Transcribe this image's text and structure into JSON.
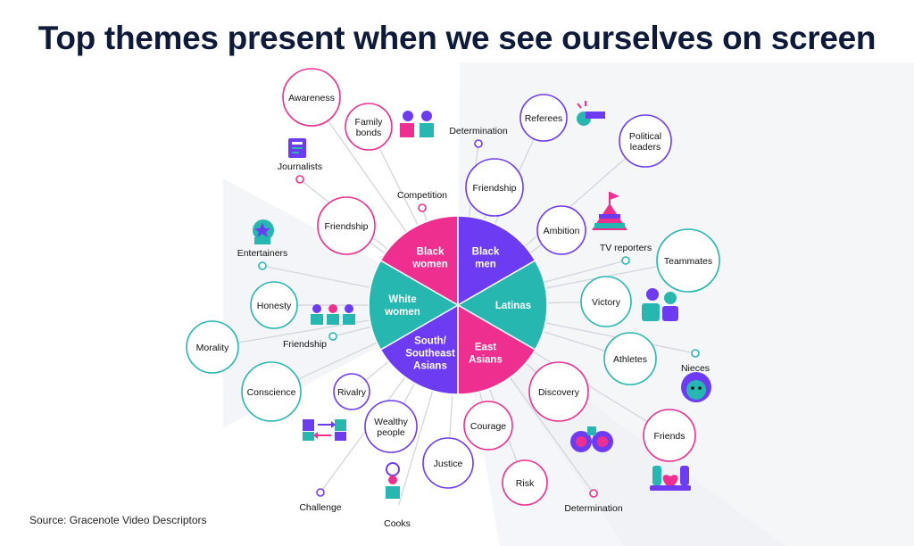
{
  "title": "Top themes present when we see ourselves on screen",
  "source": "Source: Gracenote Video Descriptors",
  "colors": {
    "magenta": "#ef2f8f",
    "purple": "#6d3cf2",
    "teal": "#27b7b1",
    "line": "#cfd3db",
    "shade": "#eceef3",
    "text": "#111111"
  },
  "groups": [
    {
      "id": "bw",
      "label": [
        "Black",
        "women"
      ],
      "color": "magenta"
    },
    {
      "id": "bm",
      "label": [
        "Black",
        "men"
      ],
      "color": "purple"
    },
    {
      "id": "la",
      "label": [
        "Latinas"
      ],
      "color": "teal"
    },
    {
      "id": "ea",
      "label": [
        "East",
        "Asians"
      ],
      "color": "magenta"
    },
    {
      "id": "ssa",
      "label": [
        "South/",
        "Southeast",
        "Asians"
      ],
      "color": "purple"
    },
    {
      "id": "ww",
      "label": [
        "White",
        "women"
      ],
      "color": "teal"
    }
  ],
  "themes": [
    {
      "text": [
        "Awareness"
      ],
      "color": "magenta",
      "kind": "bubble",
      "icon": ""
    },
    {
      "text": [
        "Family",
        "bonds"
      ],
      "color": "magenta",
      "kind": "bubble",
      "icon": "family-icon"
    },
    {
      "text": [
        "Competition"
      ],
      "color": "magenta",
      "kind": "dot",
      "icon": ""
    },
    {
      "text": [
        "Friendship"
      ],
      "color": "magenta",
      "kind": "bubble",
      "icon": ""
    },
    {
      "text": [
        "Journalists"
      ],
      "color": "magenta",
      "kind": "dot",
      "icon": "newspaper-icon"
    },
    {
      "text": [
        "Entertainers"
      ],
      "color": "teal",
      "kind": "dot",
      "icon": "entertainer-icon"
    },
    {
      "text": [
        "Honesty"
      ],
      "color": "teal",
      "kind": "bubble",
      "icon": ""
    },
    {
      "text": [
        "Friendship"
      ],
      "color": "teal",
      "kind": "dot",
      "icon": "group-icon"
    },
    {
      "text": [
        "Morality"
      ],
      "color": "teal",
      "kind": "bubble",
      "icon": ""
    },
    {
      "text": [
        "Conscience"
      ],
      "color": "teal",
      "kind": "bubble",
      "icon": ""
    },
    {
      "text": [
        "Rivalry"
      ],
      "color": "purple",
      "kind": "bubble",
      "icon": "exchange-icon"
    },
    {
      "text": [
        "Wealthy",
        "people"
      ],
      "color": "purple",
      "kind": "bubble",
      "icon": ""
    },
    {
      "text": [
        "Justice"
      ],
      "color": "purple",
      "kind": "bubble",
      "icon": ""
    },
    {
      "text": [
        "Challenge"
      ],
      "color": "purple",
      "kind": "dot",
      "icon": ""
    },
    {
      "text": [
        "Cooks"
      ],
      "color": "purple",
      "kind": "dot",
      "icon": "chef-icon"
    },
    {
      "text": [
        "Determination"
      ],
      "color": "purple",
      "kind": "dot",
      "icon": ""
    },
    {
      "text": [
        "Referees"
      ],
      "color": "purple",
      "kind": "bubble",
      "icon": "whistle-icon"
    },
    {
      "text": [
        "Political",
        "leaders"
      ],
      "color": "purple",
      "kind": "bubble",
      "icon": ""
    },
    {
      "text": [
        "Friendship"
      ],
      "color": "purple",
      "kind": "bubble",
      "icon": ""
    },
    {
      "text": [
        "Ambition"
      ],
      "color": "purple",
      "kind": "bubble",
      "icon": "podium-icon"
    },
    {
      "text": [
        "TV reporters"
      ],
      "color": "teal",
      "kind": "dot",
      "icon": ""
    },
    {
      "text": [
        "Teammates"
      ],
      "color": "teal",
      "kind": "bubble",
      "icon": ""
    },
    {
      "text": [
        "Victory"
      ],
      "color": "teal",
      "kind": "bubble",
      "icon": "teammates-icon"
    },
    {
      "text": [
        "Athletes"
      ],
      "color": "teal",
      "kind": "bubble",
      "icon": ""
    },
    {
      "text": [
        "Nieces"
      ],
      "color": "teal",
      "kind": "dot",
      "icon": "niece-icon"
    },
    {
      "text": [
        "Discovery"
      ],
      "color": "magenta",
      "kind": "bubble",
      "icon": "binoculars-icon"
    },
    {
      "text": [
        "Friends"
      ],
      "color": "magenta",
      "kind": "bubble",
      "icon": "hands-heart-icon"
    },
    {
      "text": [
        "Courage"
      ],
      "color": "magenta",
      "kind": "bubble",
      "icon": ""
    },
    {
      "text": [
        "Risk"
      ],
      "color": "magenta",
      "kind": "bubble",
      "icon": ""
    },
    {
      "text": [
        "Determination"
      ],
      "color": "magenta",
      "kind": "dot",
      "icon": ""
    }
  ]
}
